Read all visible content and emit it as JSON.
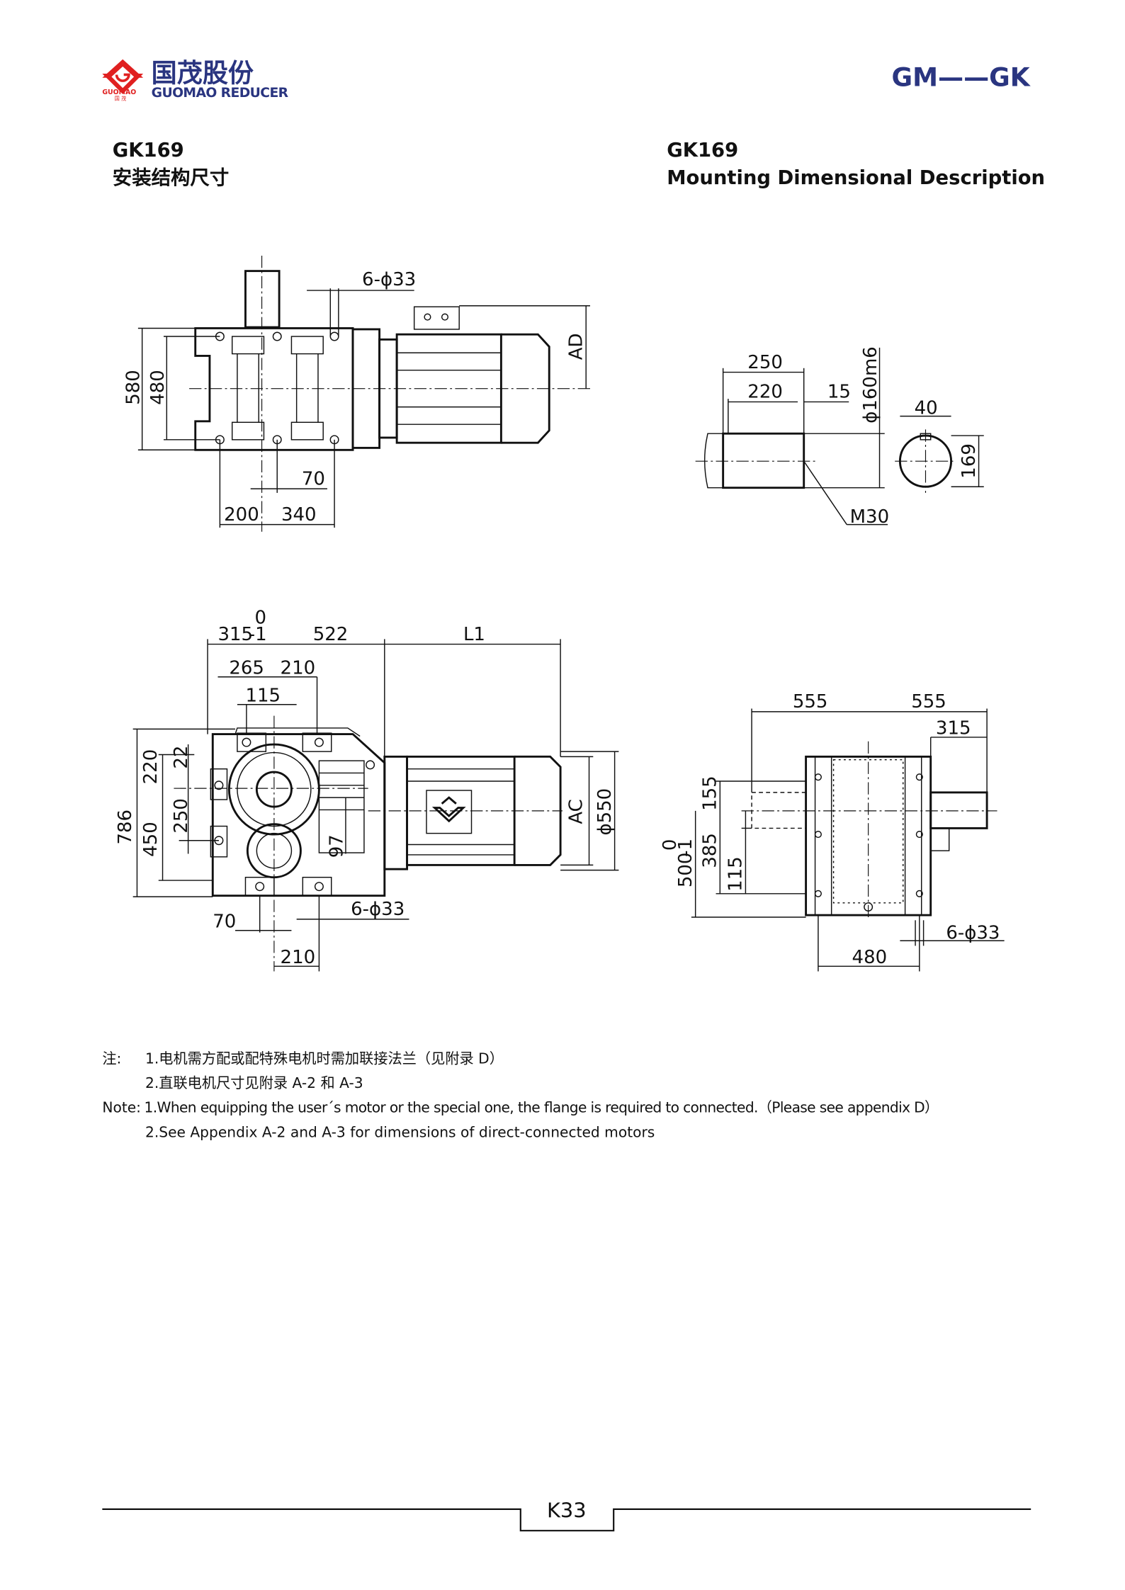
{
  "header": {
    "logo_cn": "国茂股份",
    "logo_en": "GUOMAO REDUCER",
    "logo_small": "GUOMAO",
    "logo_small_cn": "国 茂",
    "series": "GM——GK"
  },
  "titles": {
    "model_cn": "GK169",
    "subtitle_cn": "安装结构尺寸",
    "model_en": "GK169",
    "subtitle_en": "Mounting Dimensional Description"
  },
  "top_view": {
    "holes": "6-ϕ33",
    "ad": "AD",
    "d580": "580",
    "d480": "480",
    "d70": "70",
    "d200": "200",
    "d340": "340"
  },
  "shaft_view": {
    "d250": "250",
    "d220": "220",
    "d15": "15",
    "dia": "ϕ160m6",
    "key": "40",
    "d169": "169",
    "thread": "M30"
  },
  "front_view": {
    "d315": "315",
    "d315_sup": "0",
    "d315_sub": "-1",
    "d522": "522",
    "l1": "L1",
    "d265": "265",
    "d210a": "210",
    "d115": "115",
    "d786": "786",
    "d220": "220",
    "d22": "22",
    "d450": "450",
    "d250": "250",
    "d97": "97",
    "ac": "AC",
    "d550": "ϕ550",
    "holes": "6-ϕ33",
    "d70": "70",
    "d210b": "210"
  },
  "side_view": {
    "d555a": "555",
    "d555b": "555",
    "d315": "315",
    "d155": "155",
    "d385": "385",
    "d115": "115",
    "d500": "500",
    "d500_sup": "0",
    "d500_sub": "-1",
    "holes": "6-ϕ33",
    "d480": "480"
  },
  "notes": {
    "cn_label": "注:",
    "cn_1": "1.电机需方配或配特殊电机时需加联接法兰（见附录 D）",
    "cn_2": "2.直联电机尺寸见附录 A-2 和 A-3",
    "en_label": "Note:",
    "en_1": "1.When equipping the user´s motor or the special one, the flange is required to connected.（Please see appendix D）",
    "en_2": "2.See Appendix A-2 and A-3 for dimensions of direct-connected motors"
  },
  "footer": {
    "page": "K33"
  },
  "colors": {
    "brand_red": "#e02020",
    "brand_blue": "#2a3580"
  }
}
